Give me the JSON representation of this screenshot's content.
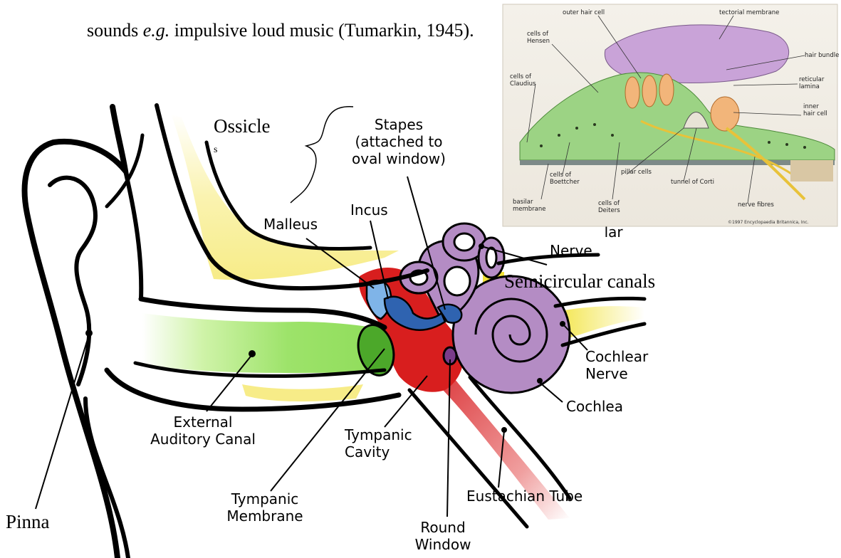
{
  "caption": {
    "prefix": "sounds ",
    "emphasis": "e.g.",
    "suffix": " impulsive loud music (Tumarkin, 1945)."
  },
  "ear_labels": {
    "ossicle": "Ossicle",
    "ossicle_fragment": "s",
    "stapes_line1": "Stapes",
    "stapes_line2": "(attached to",
    "stapes_line3": "oval window)",
    "malleus": "Malleus",
    "incus": "Incus",
    "vestibular_partial": "Vestibular",
    "nerve": "Nerve",
    "semicircular_canals": "Semicircular canals",
    "cochlear_nerve_line1": "Cochlear",
    "cochlear_nerve_line2": "Nerve",
    "cochlea": "Cochlea",
    "external_line1": "External",
    "external_line2": "Auditory Canal",
    "tympanic_cavity_line1": "Tympanic",
    "tympanic_cavity_line2": "Cavity",
    "eustachian_tube": "Eustachian Tube",
    "tympanic_membrane_line1": "Tympanic",
    "tympanic_membrane_line2": "Membrane",
    "round_window_line1": "Round",
    "round_window_line2": "Window",
    "pinna": "Pinna"
  },
  "inset": {
    "outer_hair_cell": "outer hair cell",
    "tectorial_membrane": "tectorial membrane",
    "cells_of_hensen_1": "cells of",
    "cells_of_hensen_2": "Hensen",
    "hair_bundle": "hair bundle",
    "cells_of_claudius_1": "cells of",
    "cells_of_claudius_2": "Claudius",
    "reticular_1": "reticular",
    "reticular_2": "lamina",
    "inner_hair_1": "inner",
    "inner_hair_2": "hair cell",
    "cells_of_boettcher_1": "cells of",
    "cells_of_boettcher_2": "Boettcher",
    "pillar_cells": "pillar cells",
    "tunnel_of_corti": "tunnel of Corti",
    "basilar_1": "basilar",
    "basilar_2": "membrane",
    "cells_of_deiters_1": "cells of",
    "cells_of_deiters_2": "Deiters",
    "nerve_fibres": "nerve fibres",
    "copyright": "©1997 Encyclopaedia Britannica, Inc."
  },
  "colors": {
    "canal_green": "#9de36a",
    "eardrum_green": "#4ca82a",
    "bone_yellow": "#f7ef9a",
    "cavity_red": "#d81e1e",
    "ossicle_blue": "#2f63b0",
    "malleus_lightblue": "#7fb4e8",
    "cochlea_purple": "#b48cc4",
    "nerve_yellow": "#f2e33a"
  }
}
